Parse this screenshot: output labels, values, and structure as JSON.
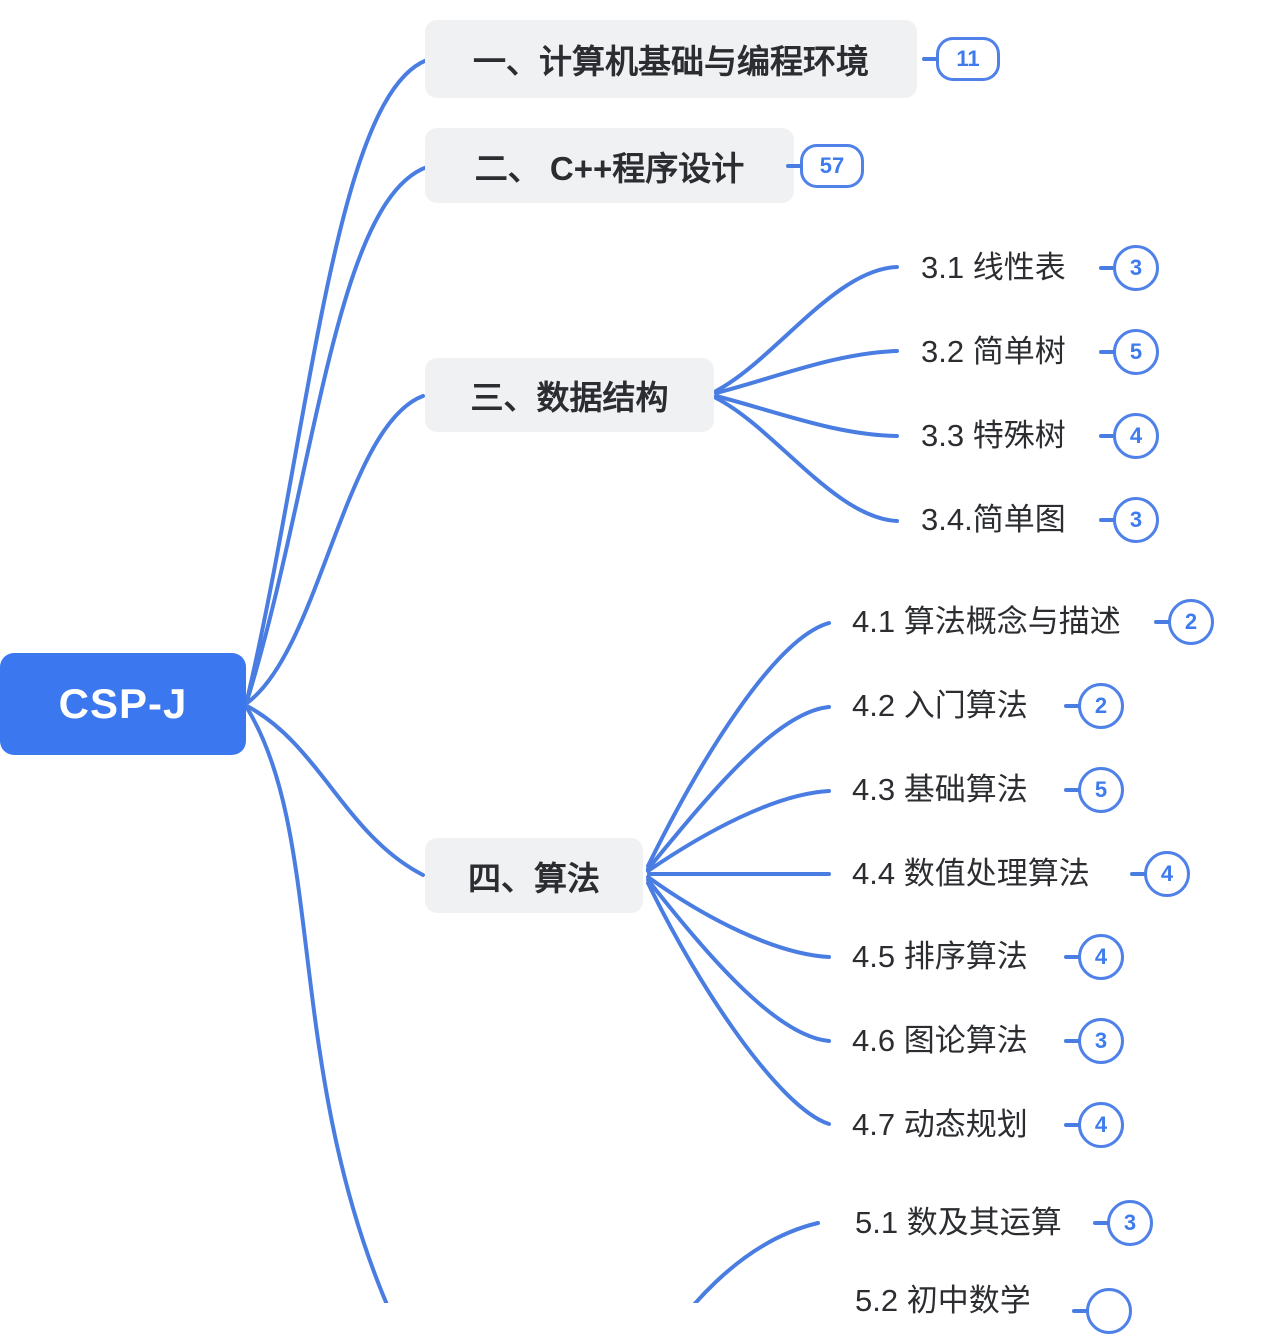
{
  "root": {
    "label": "CSP-J"
  },
  "branches": [
    {
      "label": "一、计算机基础与编程环境",
      "count": "11",
      "children": []
    },
    {
      "label": "二、 C++程序设计",
      "count": "57",
      "children": []
    },
    {
      "label": "三、数据结构",
      "count": "",
      "children": [
        {
          "label": "3.1 线性表",
          "count": "3"
        },
        {
          "label": "3.2 简单树",
          "count": "5"
        },
        {
          "label": "3.3 特殊树",
          "count": "4"
        },
        {
          "label": "3.4.简单图",
          "count": "3"
        }
      ]
    },
    {
      "label": "四、算法",
      "count": "",
      "children": [
        {
          "label": "4.1 算法概念与描述",
          "count": "2"
        },
        {
          "label": "4.2 入门算法",
          "count": "2"
        },
        {
          "label": "4.3 基础算法",
          "count": "5"
        },
        {
          "label": "4.4 数值处理算法",
          "count": "4"
        },
        {
          "label": "4.5 排序算法",
          "count": "4"
        },
        {
          "label": "4.6 图论算法",
          "count": "3"
        },
        {
          "label": "4.7 动态规划",
          "count": "4"
        }
      ]
    },
    {
      "children": [
        {
          "label": "5.1 数及其运算",
          "count": "3"
        },
        {
          "label": "5.2 初中数学",
          "count": ""
        }
      ]
    }
  ],
  "colors": {
    "canvas_bg": "#ffffff",
    "root_bg": "#3b77ee",
    "root_text": "#ffffff",
    "node_bg": "#f0f1f3",
    "node_text": "#2b2d31",
    "edge": "#4a7de2",
    "badge_border": "#4f81e8",
    "badge_text": "#3d7bee",
    "badge_bg": "#ffffff"
  }
}
